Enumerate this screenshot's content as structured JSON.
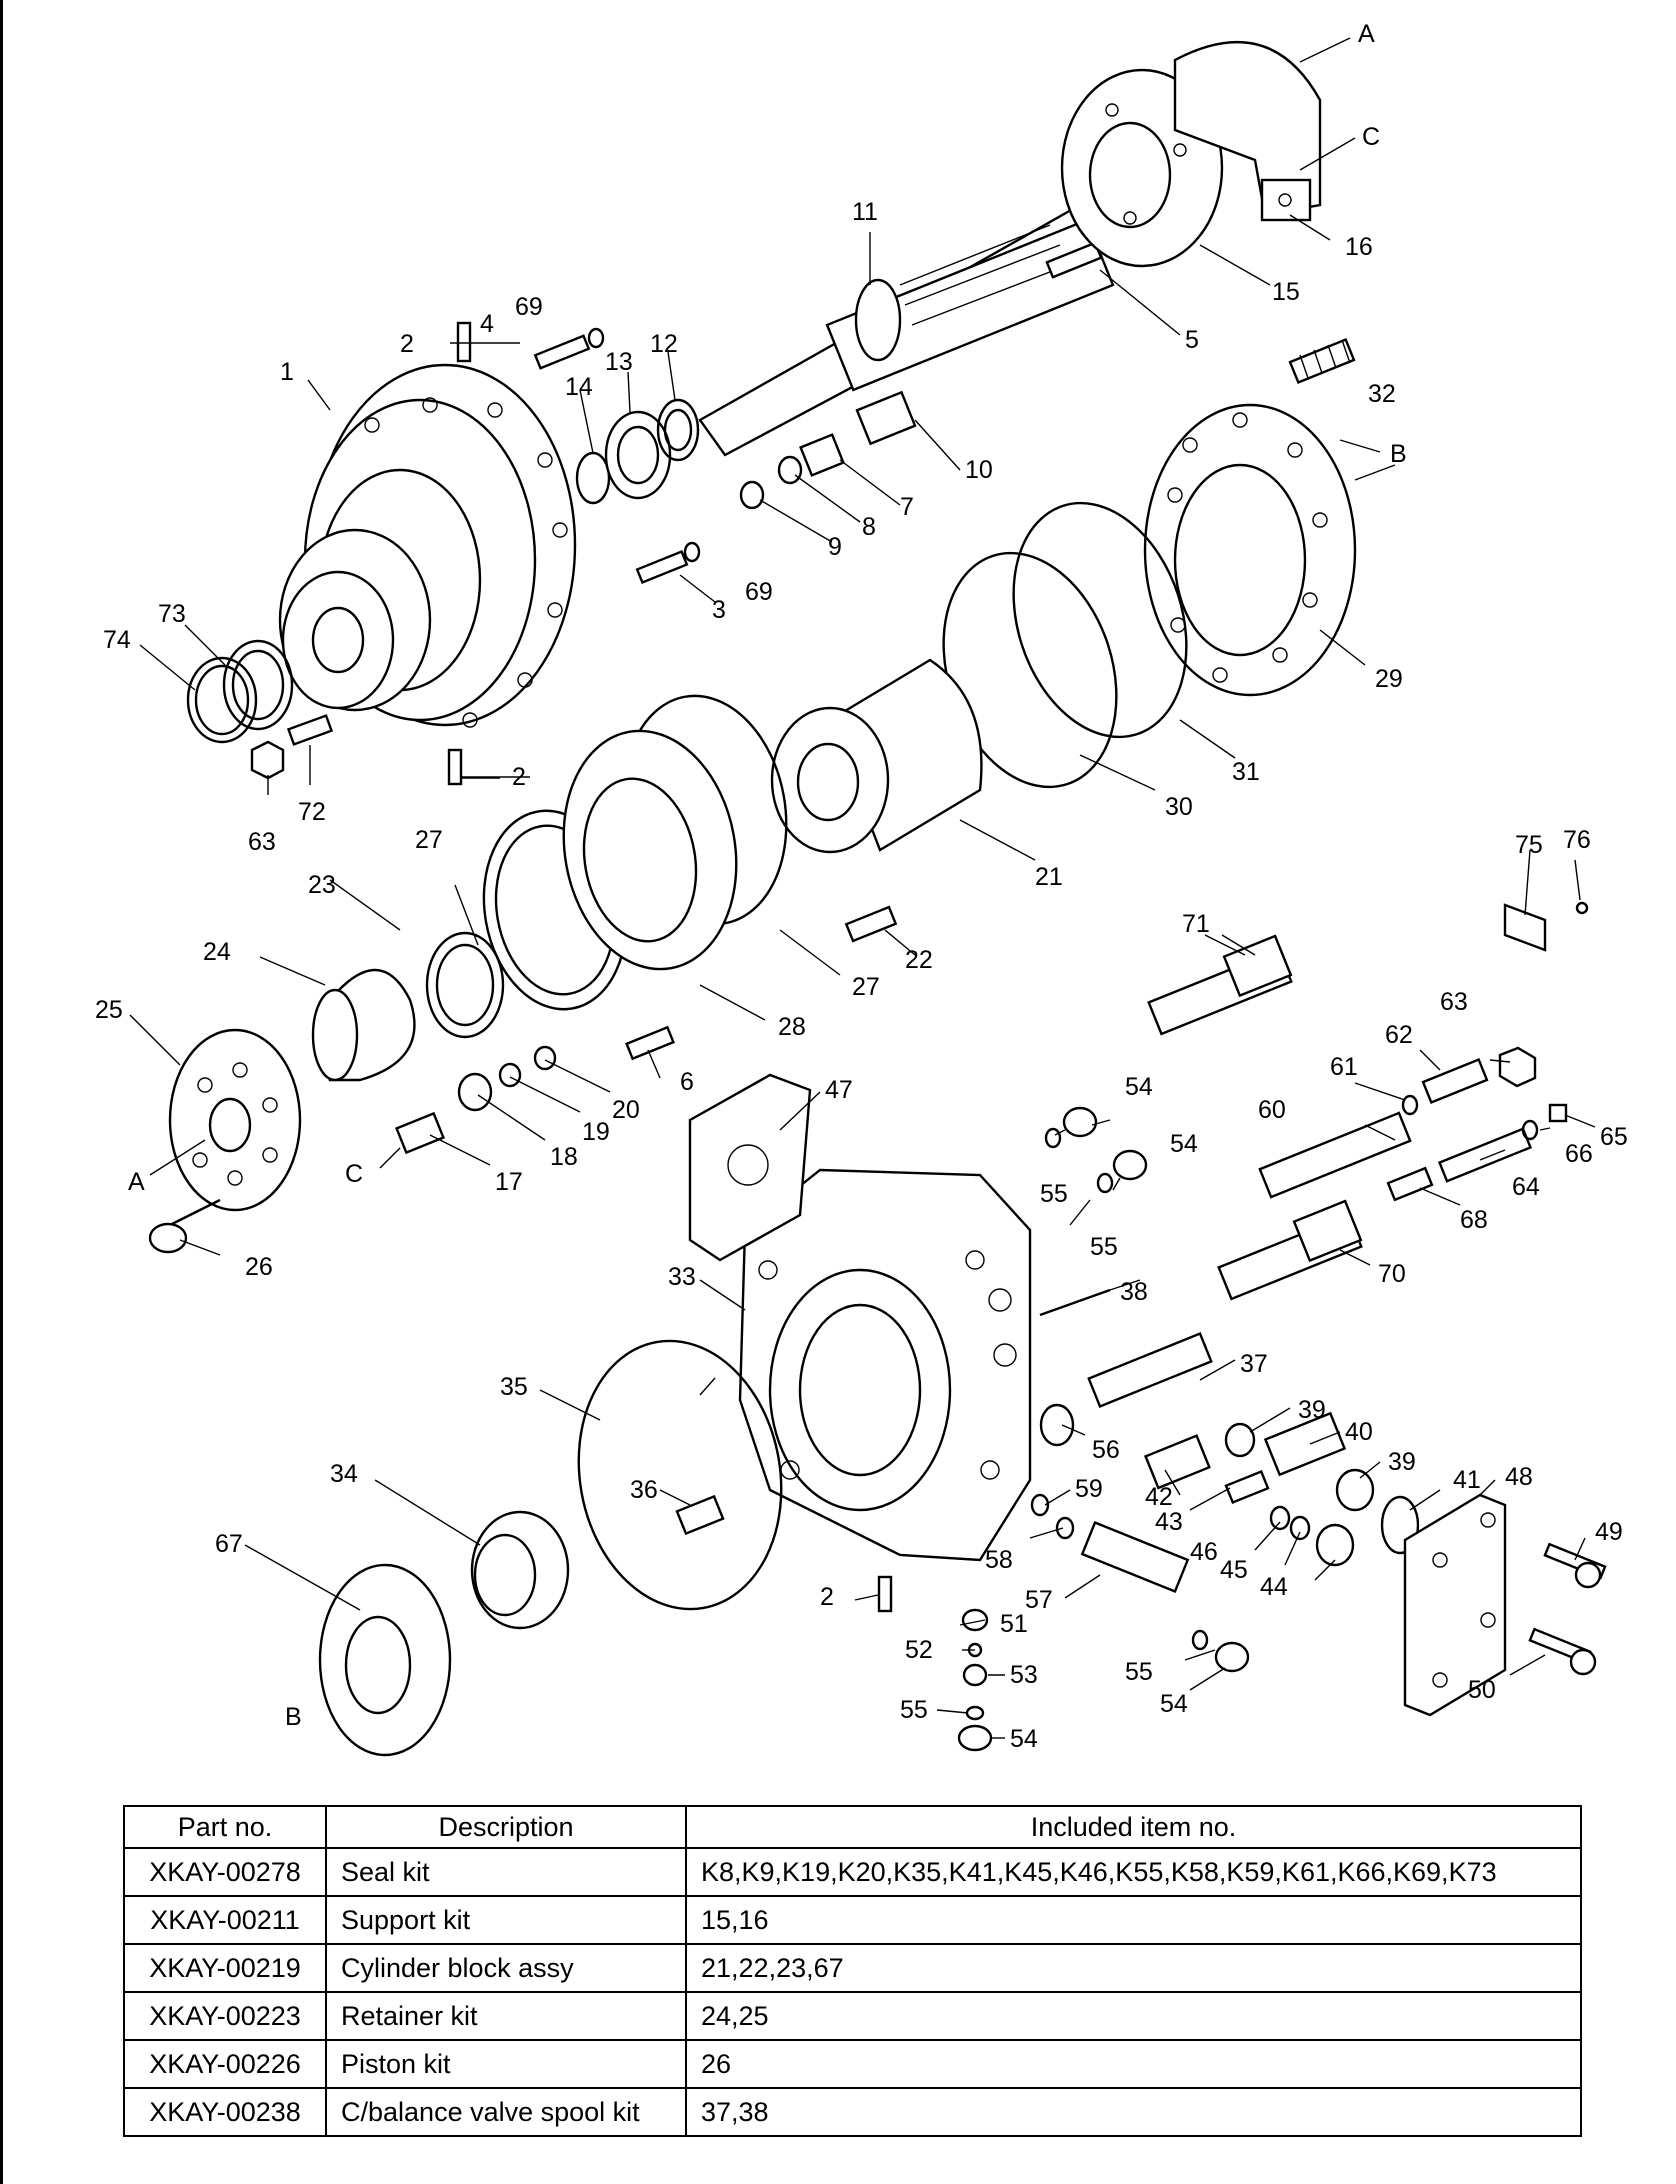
{
  "diagram": {
    "letters": [
      "A",
      "B",
      "C"
    ],
    "part_labels": [
      "1",
      "2",
      "3",
      "4",
      "5",
      "6",
      "7",
      "8",
      "9",
      "10",
      "11",
      "12",
      "13",
      "14",
      "15",
      "16",
      "17",
      "18",
      "19",
      "20",
      "21",
      "22",
      "23",
      "24",
      "25",
      "26",
      "27",
      "28",
      "29",
      "30",
      "31",
      "32",
      "33",
      "34",
      "35",
      "36",
      "37",
      "38",
      "39",
      "40",
      "41",
      "42",
      "43",
      "44",
      "45",
      "46",
      "47",
      "48",
      "49",
      "50",
      "51",
      "52",
      "53",
      "54",
      "55",
      "56",
      "57",
      "58",
      "59",
      "60",
      "61",
      "62",
      "63",
      "64",
      "65",
      "66",
      "67",
      "68",
      "69",
      "70",
      "71",
      "72",
      "73",
      "74",
      "75",
      "76"
    ]
  },
  "table": {
    "headers": [
      "Part no.",
      "Description",
      "Included item no."
    ],
    "rows": [
      {
        "part_no": "XKAY-00278",
        "description": "Seal kit",
        "items": "K8,K9,K19,K20,K35,K41,K45,K46,K55,K58,K59,K61,K66,K69,K73"
      },
      {
        "part_no": "XKAY-00211",
        "description": "Support kit",
        "items": "15,16"
      },
      {
        "part_no": "XKAY-00219",
        "description": "Cylinder block assy",
        "items": "21,22,23,67"
      },
      {
        "part_no": "XKAY-00223",
        "description": "Retainer kit",
        "items": "24,25"
      },
      {
        "part_no": "XKAY-00226",
        "description": "Piston kit",
        "items": "26"
      },
      {
        "part_no": "XKAY-00238",
        "description": "C/balance valve spool kit",
        "items": "37,38"
      }
    ]
  }
}
